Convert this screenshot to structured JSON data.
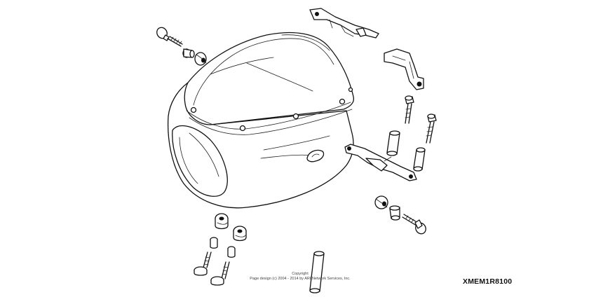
{
  "diagram": {
    "copyright_line1": "Copyright",
    "copyright_line2": "Page design (c) 2004 - 2014 by ARI Network Services, Inc.",
    "part_code": "XMEM1R8100"
  }
}
